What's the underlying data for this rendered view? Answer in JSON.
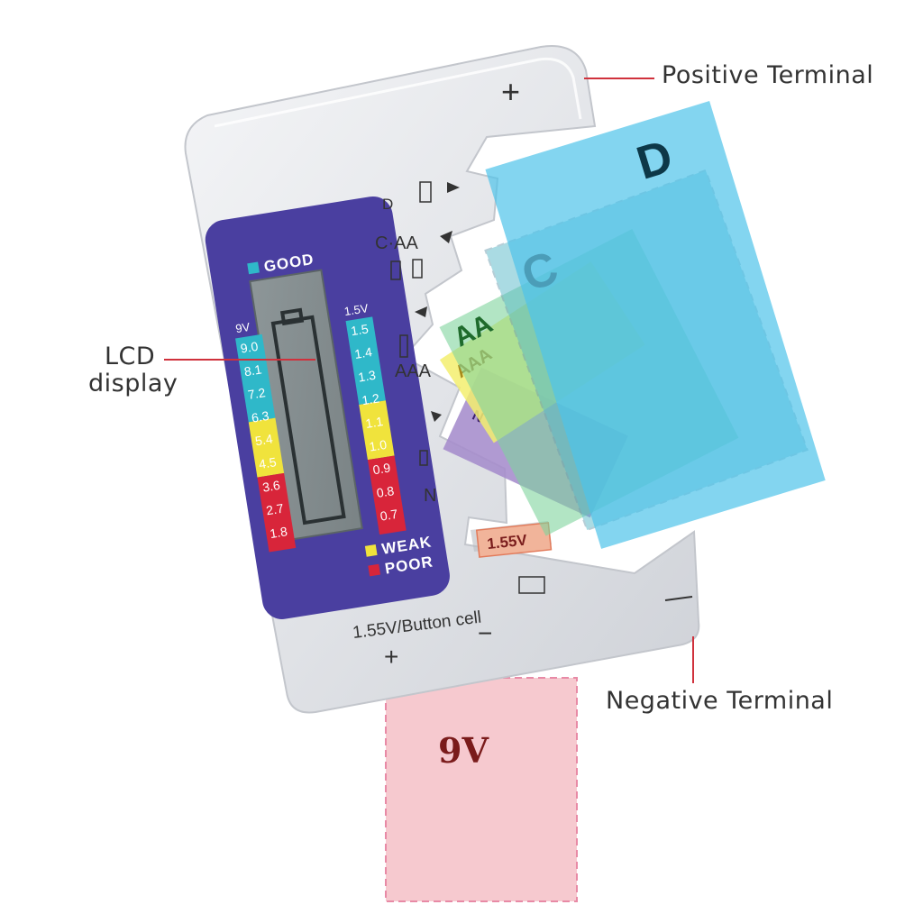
{
  "callouts": {
    "positive": "Positive Terminal",
    "negative": "Negative Terminal",
    "lcd_line1": "LCD",
    "lcd_line2": "display"
  },
  "device": {
    "plus_top": "+",
    "plus_bottom": "+",
    "minus_bottom": "−",
    "button_cell_label": "1.55V/Button cell",
    "button_cell_badge": "1.55V",
    "slots": {
      "d": "D",
      "c_aa": "C·AA",
      "aaa": "AAA",
      "n": "N"
    }
  },
  "lcd": {
    "legend_good": "GOOD",
    "legend_weak": "WEAK",
    "legend_poor": "POOR",
    "scale_9v_header": "9V",
    "scale_15v_header": "1.5V",
    "scale_9v": [
      "9.0",
      "8.1",
      "7.2",
      "6.3",
      "5.4",
      "4.5",
      "3.6",
      "2.7",
      "1.8"
    ],
    "scale_15v": [
      "1.5",
      "1.4",
      "1.3",
      "1.2",
      "1.1",
      "1.0",
      "0.9",
      "0.8",
      "0.7"
    ]
  },
  "batteries": {
    "d": "D",
    "c": "C",
    "aa": "AA",
    "aaa": "AAA",
    "n": "N",
    "ninev": "9V"
  },
  "colors": {
    "good": "#2fb8c9",
    "weak": "#f0e33c",
    "poor": "#d8253a",
    "lcd_panel": "#4a3fa0",
    "d_battery": "#4fc3ea",
    "aa_battery": "#7fd39c",
    "aaa_battery": "#f3ee6e",
    "n_battery": "#a58ccc",
    "ninev_battery": "#f6c9cf",
    "callout_line": "#d0313c"
  }
}
